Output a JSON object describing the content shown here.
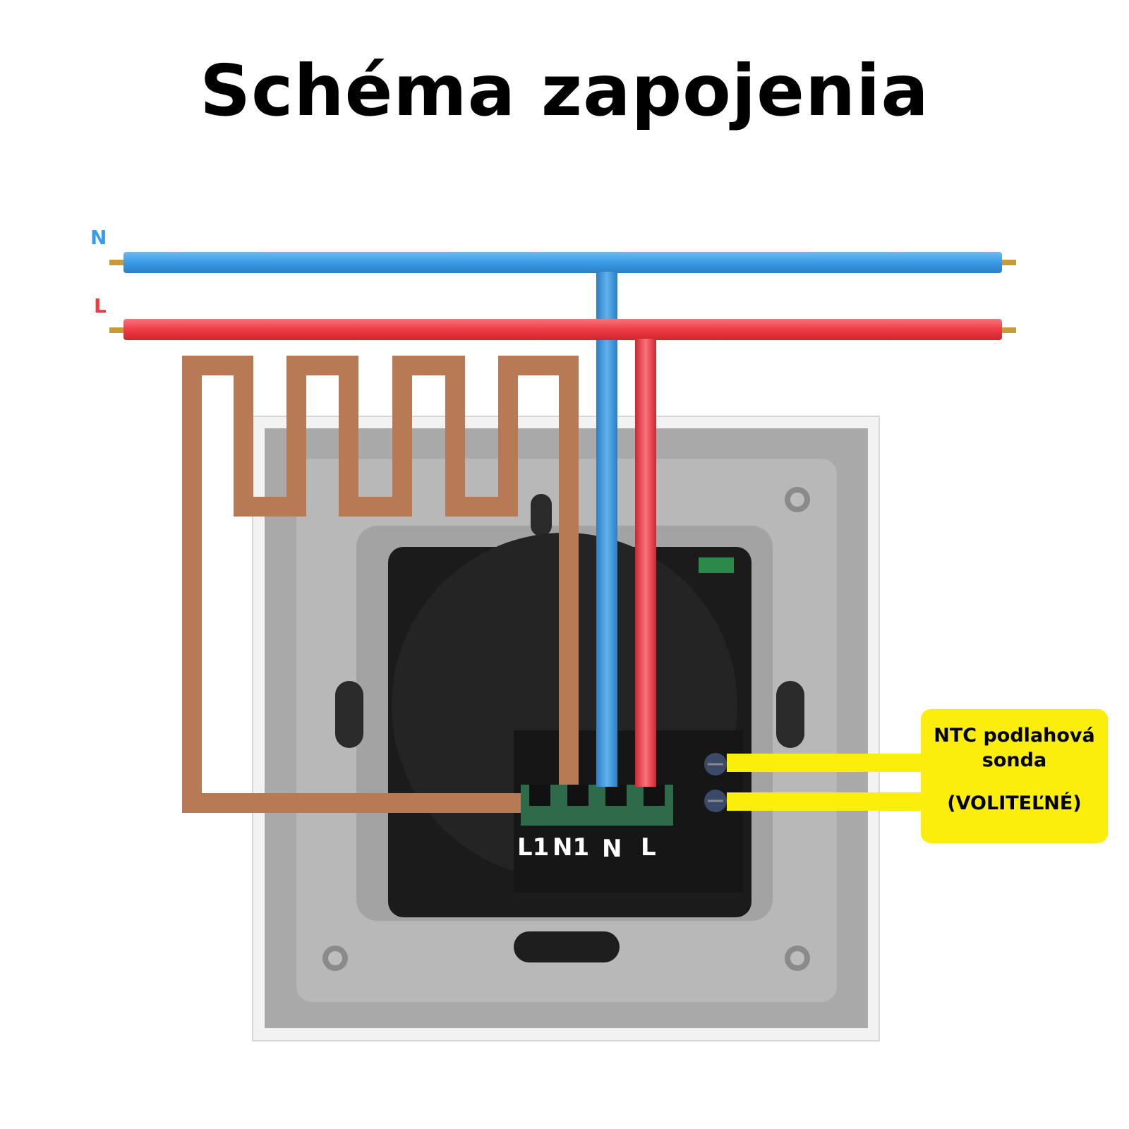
{
  "title": "Schéma zapojenia",
  "wires": {
    "neutral_label": "N",
    "live_label": "L",
    "neutral_color": "#3a9be6",
    "live_color": "#ef3b45",
    "heater_color": "#b87a55",
    "sensor_color": "#fbee0c"
  },
  "terminals": {
    "l1": "L1",
    "n1": "N1",
    "n": "N",
    "l": "L"
  },
  "ntc": {
    "line1": "NTC podlahová",
    "line2": "sonda",
    "line3": "(VOLITEĽNÉ)"
  }
}
